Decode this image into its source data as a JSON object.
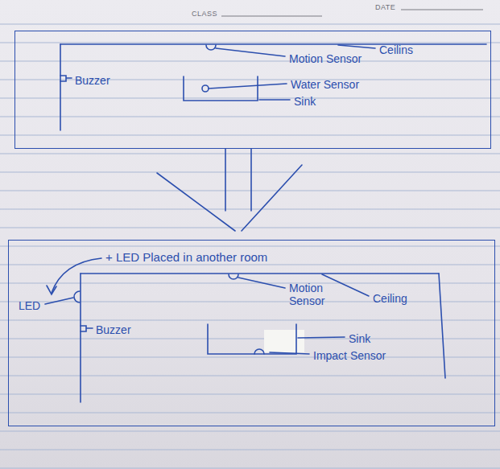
{
  "diagram": {
    "nodes": [
      {
        "text": [
          "Motion Sensor",
          "Ceilins",
          "Buzzer",
          "Water Sensor",
          "Sink"
        ]
      },
      {
        "text": [
          "+ LED Placed in another room",
          "LED",
          "Motion Sensor",
          "Ceiling",
          "Buzzer",
          "Sink",
          "Impact Sensor"
        ]
      }
    ],
    "edges": [
      {
        "from": 0,
        "to": 1,
        "arrow": "to"
      }
    ],
    "labels": [
      "CLASS",
      "DATE"
    ]
  }
}
